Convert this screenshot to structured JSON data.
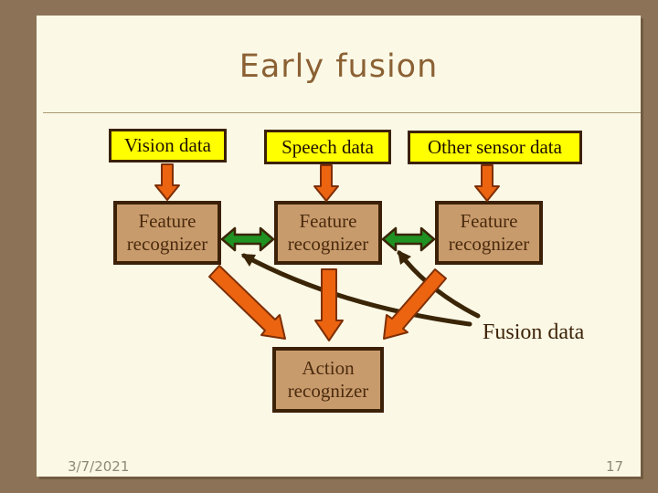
{
  "colors": {
    "frame": "#8C7357",
    "slide_bg": "#FBF9E6",
    "title_text": "#8B6134",
    "divider": "#AB9A75",
    "input_box_fill": "#FFFF00",
    "box_border": "#3C2108",
    "box_text": "#1F1000",
    "feature_box_fill": "#C89B6C",
    "feature_text": "#4B2B0E",
    "orange_arrow": "#EC6410",
    "orange_arrow_outline": "#7E2F06",
    "green_arrow": "#1F9222",
    "dark_arrow": "#3B2507",
    "fusion_text": "#3E2308",
    "footer_text": "#8D8A77"
  },
  "slide": {
    "title": "Early fusion",
    "fusion_label": "Fusion data",
    "footer": {
      "date": "3/7/2021",
      "page": "17"
    },
    "boxes": {
      "vision": "Vision data",
      "speech": "Speech data",
      "other": "Other sensor data",
      "feature_line1": "Feature",
      "feature_line2": "recognizer",
      "action_line1": "Action",
      "action_line2": "recognizer"
    },
    "arrows": [
      {
        "name": "vision-to-feature-arrow",
        "style": "orange-down",
        "from": "Vision data",
        "to": "Feature recognizer"
      },
      {
        "name": "speech-to-feature-arrow",
        "style": "orange-down",
        "from": "Speech data",
        "to": "Feature recognizer"
      },
      {
        "name": "sensor-to-feature-arrow",
        "style": "orange-down",
        "from": "Other sensor data",
        "to": "Feature recognizer"
      },
      {
        "name": "feature-exchange-left-arrow",
        "style": "green-double",
        "from": "Feature recognizer (left)",
        "to": "Feature recognizer (middle)"
      },
      {
        "name": "feature-exchange-right-arrow",
        "style": "green-double",
        "from": "Feature recognizer (middle)",
        "to": "Feature recognizer (right)"
      },
      {
        "name": "feature-left-to-action-arrow",
        "style": "orange-diagonal",
        "from": "Feature recognizer (left)",
        "to": "Action recognizer"
      },
      {
        "name": "feature-mid-to-action-arrow",
        "style": "orange-down",
        "from": "Feature recognizer (middle)",
        "to": "Action recognizer"
      },
      {
        "name": "feature-right-to-action-arrow",
        "style": "orange-diagonal",
        "from": "Feature recognizer (right)",
        "to": "Action recognizer"
      },
      {
        "name": "fusion-feedback-left-arrow",
        "style": "dark-curved",
        "from": "Fusion data",
        "to": "Feature recognizer (middle)"
      },
      {
        "name": "fusion-feedback-right-arrow",
        "style": "dark-curved",
        "from": "Fusion data",
        "to": "Feature recognizer (right)"
      }
    ]
  }
}
